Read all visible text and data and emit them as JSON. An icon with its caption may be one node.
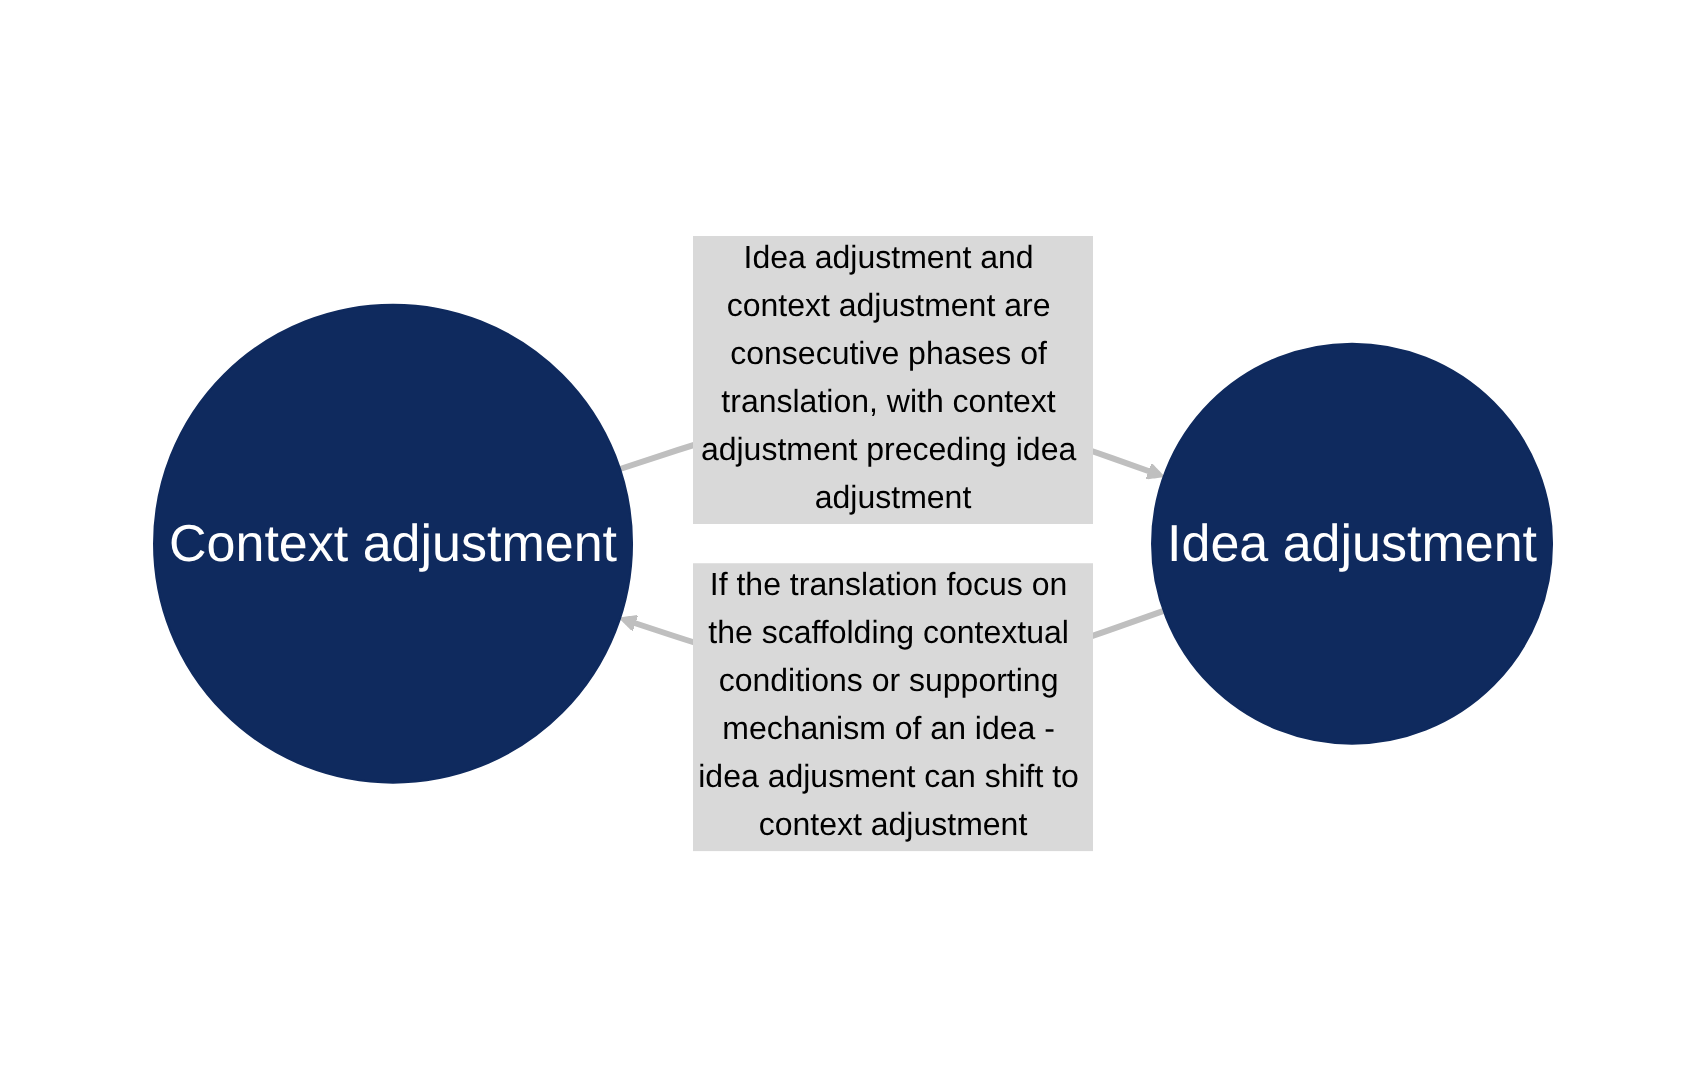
{
  "diagram": {
    "nodes": [
      {
        "text": [
          "Context adjustment"
        ]
      },
      {
        "text": [
          "Idea adjustment"
        ]
      }
    ],
    "edges": [
      {
        "from": 0,
        "to": 1,
        "arrow": "to",
        "label": "Idea adjustment and context adjustment are consecutive phases of translation, with context adjustment preceding idea adjustment"
      },
      {
        "from": 1,
        "to": 0,
        "arrow": "to",
        "label": "If the translation focus on the scaffolding contextual conditions or supporting mechanism of an idea - idea adjusment can shift to context adjustment"
      }
    ]
  }
}
